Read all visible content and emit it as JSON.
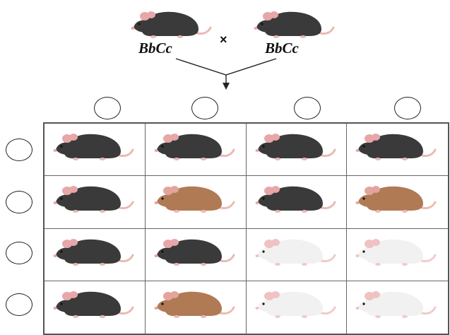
{
  "cross": {
    "parent_left": {
      "genotype": "BbCc",
      "coat": "black"
    },
    "symbol": "×",
    "parent_right": {
      "genotype": "BbCc",
      "coat": "black"
    }
  },
  "colors": {
    "black": {
      "body": "#3a3a3a",
      "ear": "#e7a6a8",
      "tail": "#e9b9b4"
    },
    "brown": {
      "body": "#b07a55",
      "ear": "#e3a49d",
      "tail": "#ebbcb0"
    },
    "white": {
      "body": "#f1f1f1",
      "ear": "#f0c2c2",
      "tail": "#f0cbcb"
    }
  },
  "gamete_labels": {
    "columns": [
      "",
      "",
      "",
      ""
    ],
    "rows": [
      "",
      "",
      "",
      ""
    ]
  },
  "punnett_square": [
    [
      "black",
      "black",
      "black",
      "black"
    ],
    [
      "black",
      "brown",
      "black",
      "brown"
    ],
    [
      "black",
      "black",
      "white",
      "white"
    ],
    [
      "black",
      "brown",
      "white",
      "white"
    ]
  ]
}
